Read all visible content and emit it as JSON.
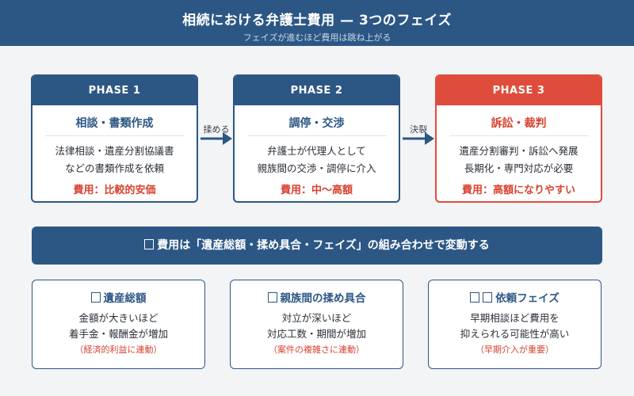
{
  "header": {
    "title": "相続における弁護士費用 — 3つのフェイズ",
    "subtitle": "フェイズが進むほど費用は跳ね上がる"
  },
  "phases": [
    {
      "label": "PHASE 1",
      "name": "相談・書類作成",
      "desc_line1": "法律相談・遺産分割協議書",
      "desc_line2": "などの書類作成を依頼",
      "cost": "費用：比較的安価"
    },
    {
      "label": "PHASE 2",
      "name": "調停・交渉",
      "desc_line1": "弁護士が代理人として",
      "desc_line2": "親族間の交渉・調停に介入",
      "cost": "費用：中〜高額"
    },
    {
      "label": "PHASE 3",
      "name": "訴訟・裁判",
      "desc_line1": "遺産分割審判・訴訟へ発展",
      "desc_line2": "長期化・専門対応が必要",
      "cost": "費用：高額になりやすい"
    }
  ],
  "transitions": [
    "揉める",
    "決裂"
  ],
  "banner": {
    "text": "費用は「遺産総額・揉め具合・フェイズ」の組み合わせで変動する"
  },
  "factors": [
    {
      "title": "遺産総額",
      "desc_line1": "金額が大きいほど",
      "desc_line2": "着手金・報酬金が増加",
      "note": "（経済的利益に連動）"
    },
    {
      "title": "親族間の揉め具合",
      "desc_line1": "対立が深いほど",
      "desc_line2": "対応工数・期間が増加",
      "note": "（案件の複雑さに連動）"
    },
    {
      "title": "依頼フェイズ",
      "desc_line1": "早期相談ほど費用を",
      "desc_line2": "抑えられる可能性が高い",
      "note": "（早期介入が重要）"
    }
  ],
  "colors": {
    "primary": "#2c5785",
    "accent": "#e04c3c",
    "background": "#f3f4f6"
  }
}
